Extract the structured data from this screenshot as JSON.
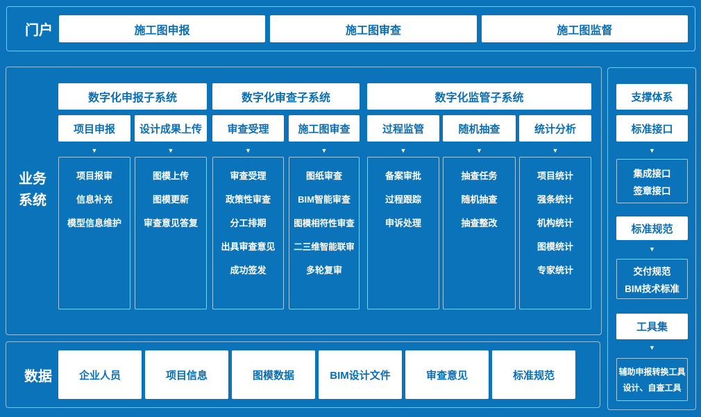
{
  "colors": {
    "background": "#0b73ba",
    "box_text": "#0a6eb4",
    "white": "#ffffff",
    "border": "rgba(255,255,255,0.55)"
  },
  "icons": {
    "arrow_down": "▼"
  },
  "portal": {
    "label": "门户",
    "buttons": [
      "施工图申报",
      "施工图审查",
      "施工图监督"
    ]
  },
  "business": {
    "label_line1": "业务",
    "label_line2": "系统",
    "groups": [
      {
        "title": "数字化申报子系统",
        "columns": [
          {
            "title": "项目申报",
            "items": [
              "项目报审",
              "信息补充",
              "模型信息维护"
            ]
          },
          {
            "title": "设计成果上传",
            "items": [
              "图模上传",
              "图模更新",
              "审查意见答复"
            ]
          }
        ]
      },
      {
        "title": "数字化审查子系统",
        "columns": [
          {
            "title": "审查受理",
            "items": [
              "审查受理",
              "政策性审查",
              "分工排期",
              "出具审查意见",
              "成功签发"
            ]
          },
          {
            "title": "施工图审查",
            "items": [
              "图纸审查",
              "BIM智能审查",
              "图模相符性审查",
              "二三维智能联审",
              "多轮复审"
            ]
          }
        ]
      },
      {
        "title": "数字化监管子系统",
        "columns": [
          {
            "title": "过程监管",
            "items": [
              "备案审批",
              "过程跟踪",
              "申诉处理"
            ]
          },
          {
            "title": "随机抽查",
            "items": [
              "抽查任务",
              "随机抽查",
              "抽查整改"
            ]
          },
          {
            "title": "统计分析",
            "items": [
              "项目统计",
              "强条统计",
              "机构统计",
              "图模统计",
              "专家统计"
            ]
          }
        ]
      }
    ]
  },
  "sidebar": {
    "title": "支撑体系",
    "blocks": [
      {
        "header": "标准接口",
        "lines": [
          "集成接口",
          "签章接口"
        ]
      },
      {
        "header": "标准规范",
        "lines": [
          "交付规范",
          "BIM技术标准"
        ]
      },
      {
        "header": "工具集",
        "lines": [
          "辅助申报转换工具",
          "设计、自查工具"
        ]
      }
    ]
  },
  "data_layer": {
    "label": "数据",
    "boxes": [
      "企业人员",
      "项目信息",
      "图模数据",
      "BIM设计文件",
      "审查意见",
      "标准规范"
    ]
  }
}
